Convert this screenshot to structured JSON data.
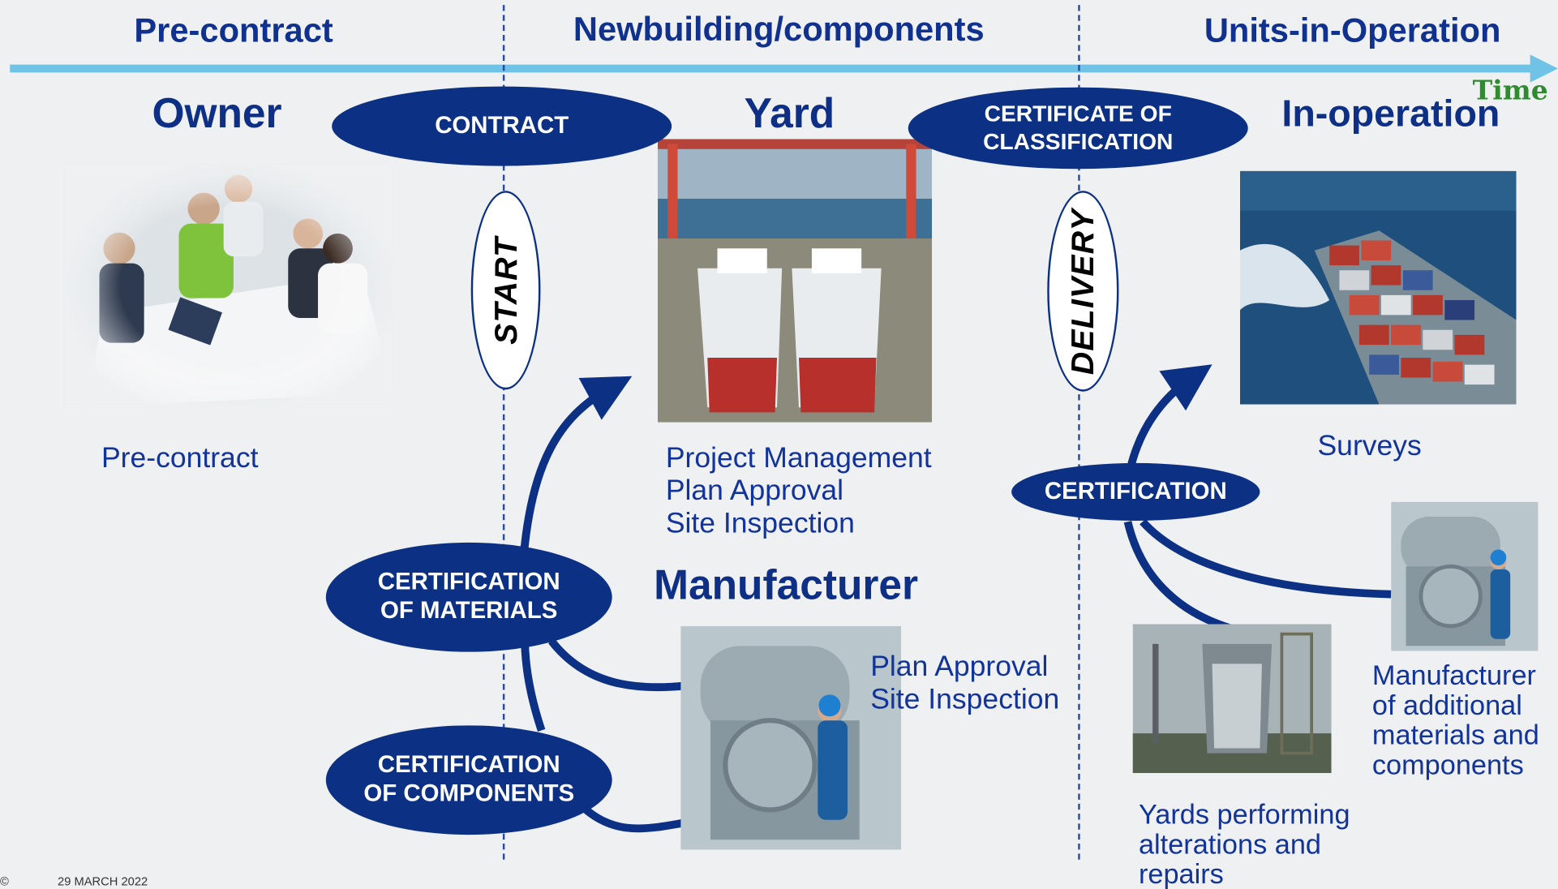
{
  "phases": [
    "Pre-contract",
    "Newbuilding/components",
    "Units-in-Operation"
  ],
  "time_label": "Time",
  "actors": {
    "owner": "Owner",
    "yard": "Yard",
    "in_operation": "In-operation",
    "manufacturer": "Manufacturer"
  },
  "ovals": {
    "contract": "CONTRACT",
    "certificate_classification": "CERTIFICATE OF\nCLASSIFICATION",
    "certification": "CERTIFICATION",
    "cert_materials": "CERTIFICATION\nOF MATERIALS",
    "cert_components": "CERTIFICATION\nOF COMPONENTS"
  },
  "milestones": {
    "start": "START",
    "delivery": "DELIVERY"
  },
  "texts": {
    "pre_contract": "Pre-contract",
    "yard_tasks": "Project Management\nPlan Approval\nSite Inspection",
    "manufacturer_tasks": "Plan Approval\nSite Inspection",
    "surveys": "Surveys",
    "manufacturer_additional": "Manufacturer\nof additional\nmaterials and\ncomponents",
    "yards_alterations": "Yards performing\nalterations and\nrepairs"
  },
  "footer": {
    "copyright": "©",
    "date": "29 MARCH 2022"
  },
  "colors": {
    "navy": "#0c3184",
    "timeline": "#6fc3e6",
    "time_label": "#2e8b2e"
  }
}
